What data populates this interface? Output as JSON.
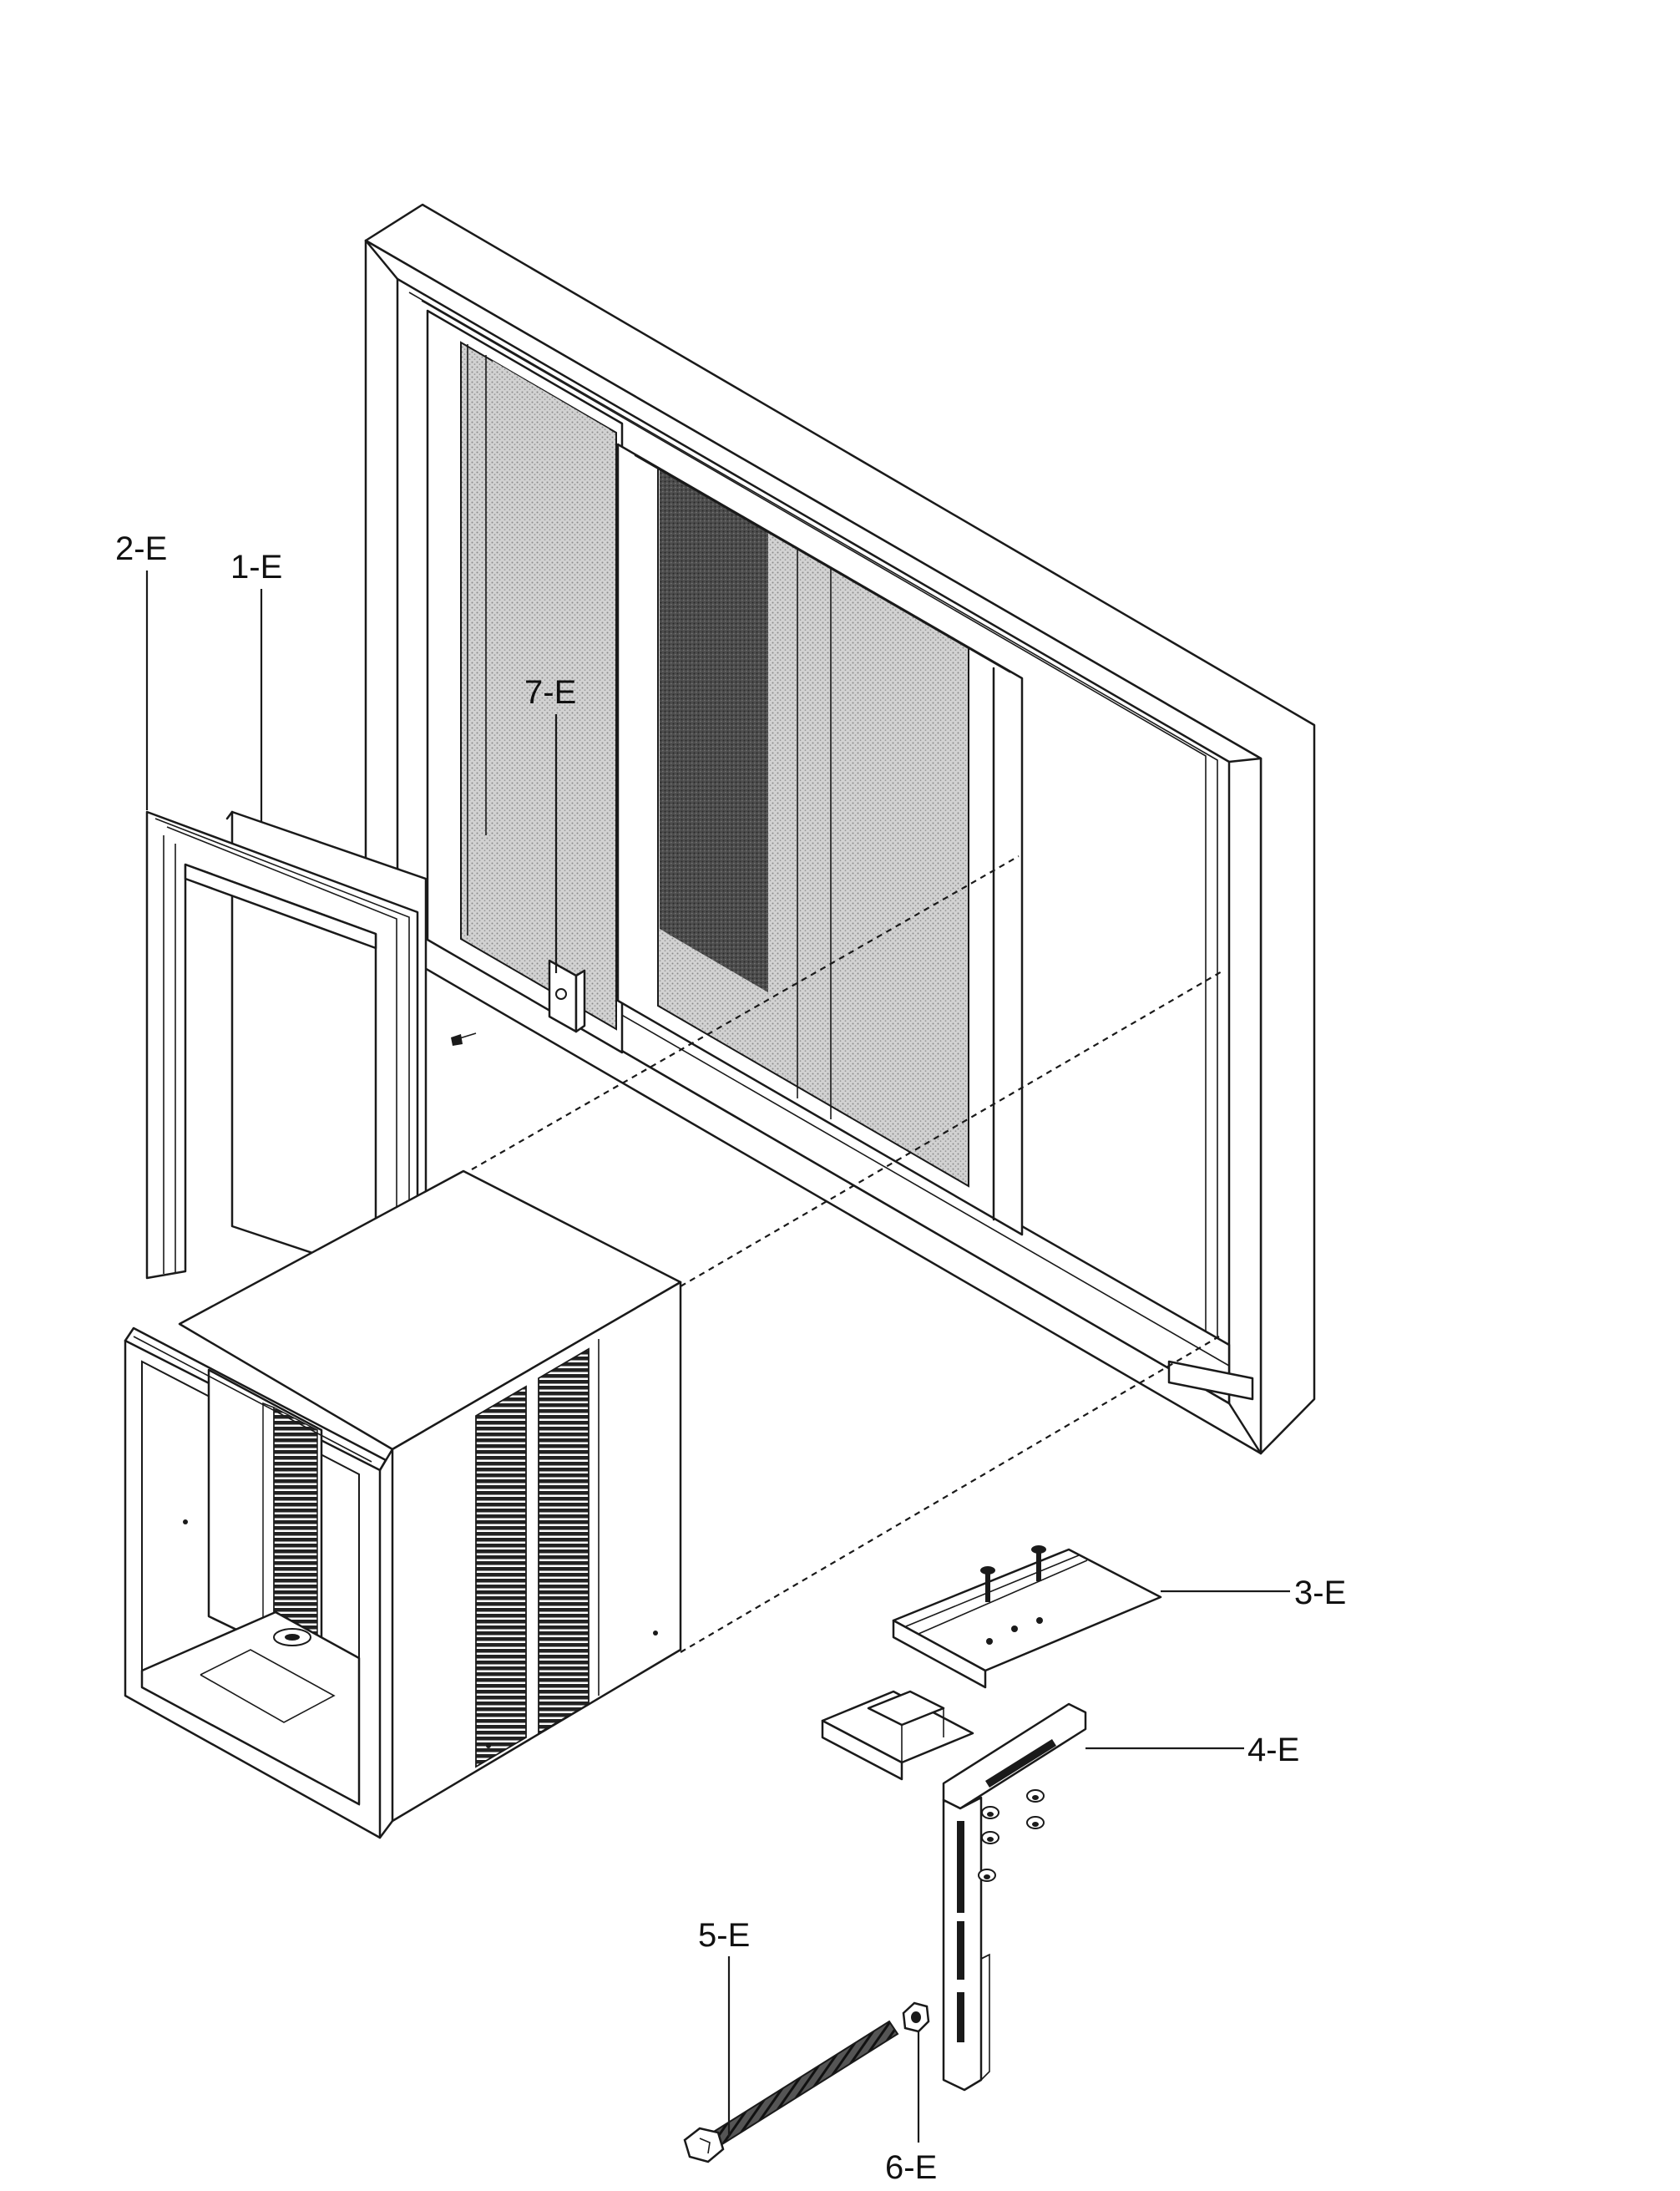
{
  "diagram": {
    "type": "exploded-parts-view",
    "callouts": {
      "part_1e": "1-E",
      "part_2e": "2-E",
      "part_3e": "3-E",
      "part_4e": "4-E",
      "part_5e": "5-E",
      "part_6e": "6-E",
      "part_7e": "7-E"
    },
    "colors": {
      "line": "#1a1a1a",
      "glass_light": "#c9c9c9",
      "glass_dark": "#5a5a5a",
      "vent": "#262626",
      "background": "#ffffff"
    }
  }
}
